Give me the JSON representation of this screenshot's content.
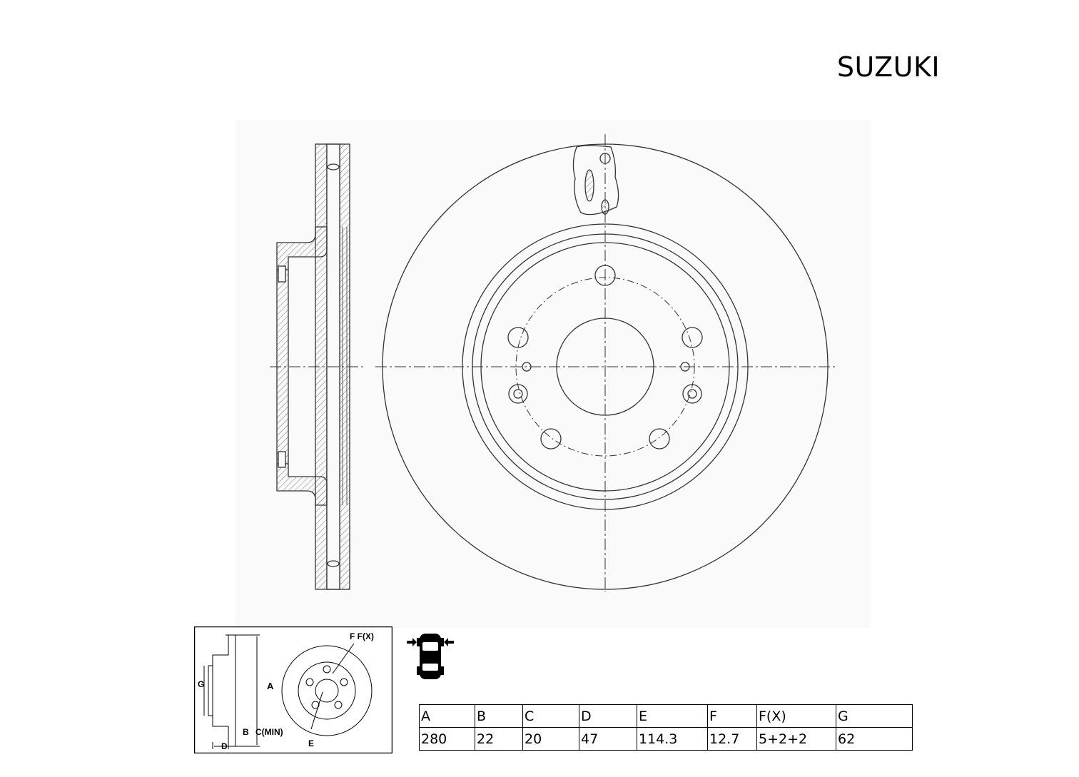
{
  "header": {
    "brand": "SUZUKI"
  },
  "inset_labels": {
    "a": "A",
    "b": "B",
    "c_min": "C(MIN)",
    "d": "D",
    "e": "E",
    "f_fx": "F F(X)",
    "g": "G"
  },
  "specs": {
    "headers": [
      "A",
      "B",
      "C",
      "D",
      "E",
      "F",
      "F(X)",
      "G"
    ],
    "values": [
      "280",
      "22",
      "20",
      "47",
      "114.3",
      "12.7",
      "5+2+2",
      "62"
    ]
  },
  "icons": {
    "position": "front-axle-car-icon"
  }
}
